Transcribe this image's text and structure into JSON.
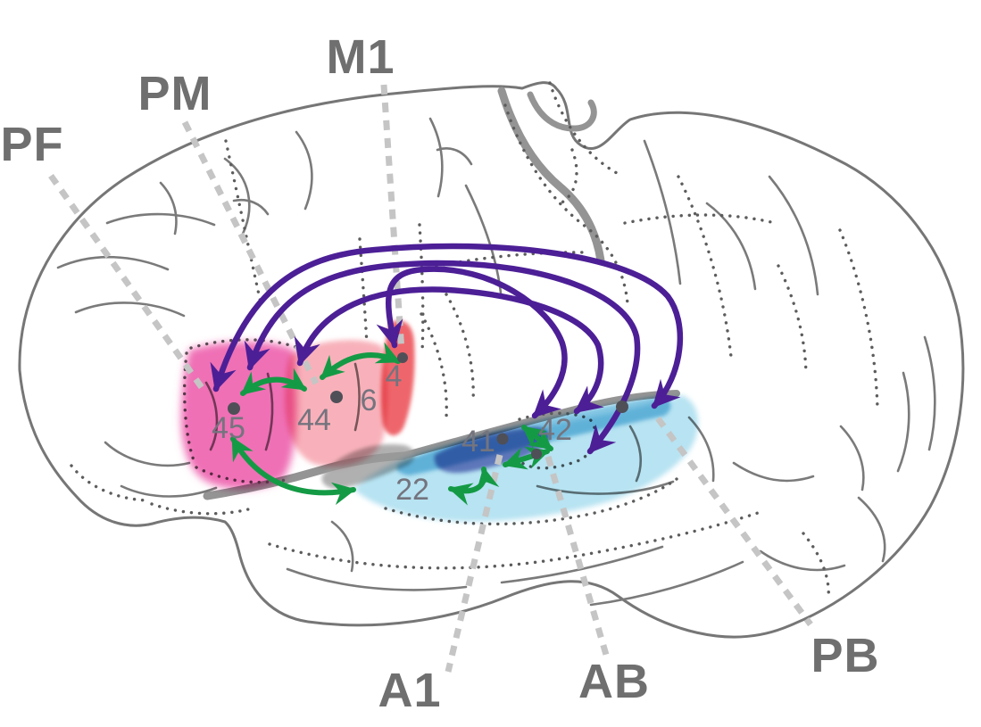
{
  "figure": {
    "kind": "brain-connectivity-diagram",
    "view": "left-hemisphere-lateral"
  },
  "cortical_labels": {
    "pf": "PF",
    "pm": "PM",
    "m1": "M1",
    "a1": "A1",
    "ab": "AB",
    "pb": "PB"
  },
  "area_labels": {
    "a45": "45",
    "a44": "44",
    "a6": "6",
    "a4": "4",
    "a41": "41",
    "a42": "42",
    "a22": "22"
  },
  "colors": {
    "area_45": "#ef6fb5",
    "area_44_6": "#f8b1ba",
    "area_4": "#ee666c",
    "area_41": "#8286c4",
    "area_42_band": "#85c7e4",
    "area_22": "#b7e3f2",
    "pathway_long_range_purple": "#4c1f96",
    "pathway_local_green": "#149a45",
    "leader_line": "#c5c5c5",
    "line_art": "#7a7a7a",
    "label_text": "#6f6f6f"
  },
  "connections": {
    "long_range_purple": [
      {
        "from": "45",
        "to": "posterior superior temporal",
        "bidirectional": true
      },
      {
        "from": "45",
        "to": "superior temporal 42/22",
        "bidirectional": true
      },
      {
        "from": "44",
        "to": "superior temporal 42",
        "bidirectional": true
      },
      {
        "from": "4",
        "to": "auditory 41/42",
        "bidirectional": true
      }
    ],
    "local_green": [
      {
        "from": "45",
        "to": "44",
        "bidirectional": true
      },
      {
        "from": "44",
        "to": "4",
        "bidirectional": true
      },
      {
        "from": "45",
        "to": "22",
        "bidirectional": true
      },
      {
        "from": "41",
        "to": "42",
        "bidirectional": true
      },
      {
        "from": "42",
        "to": "22",
        "bidirectional": true
      },
      {
        "from": "22",
        "to": "41",
        "bidirectional": true
      }
    ]
  }
}
